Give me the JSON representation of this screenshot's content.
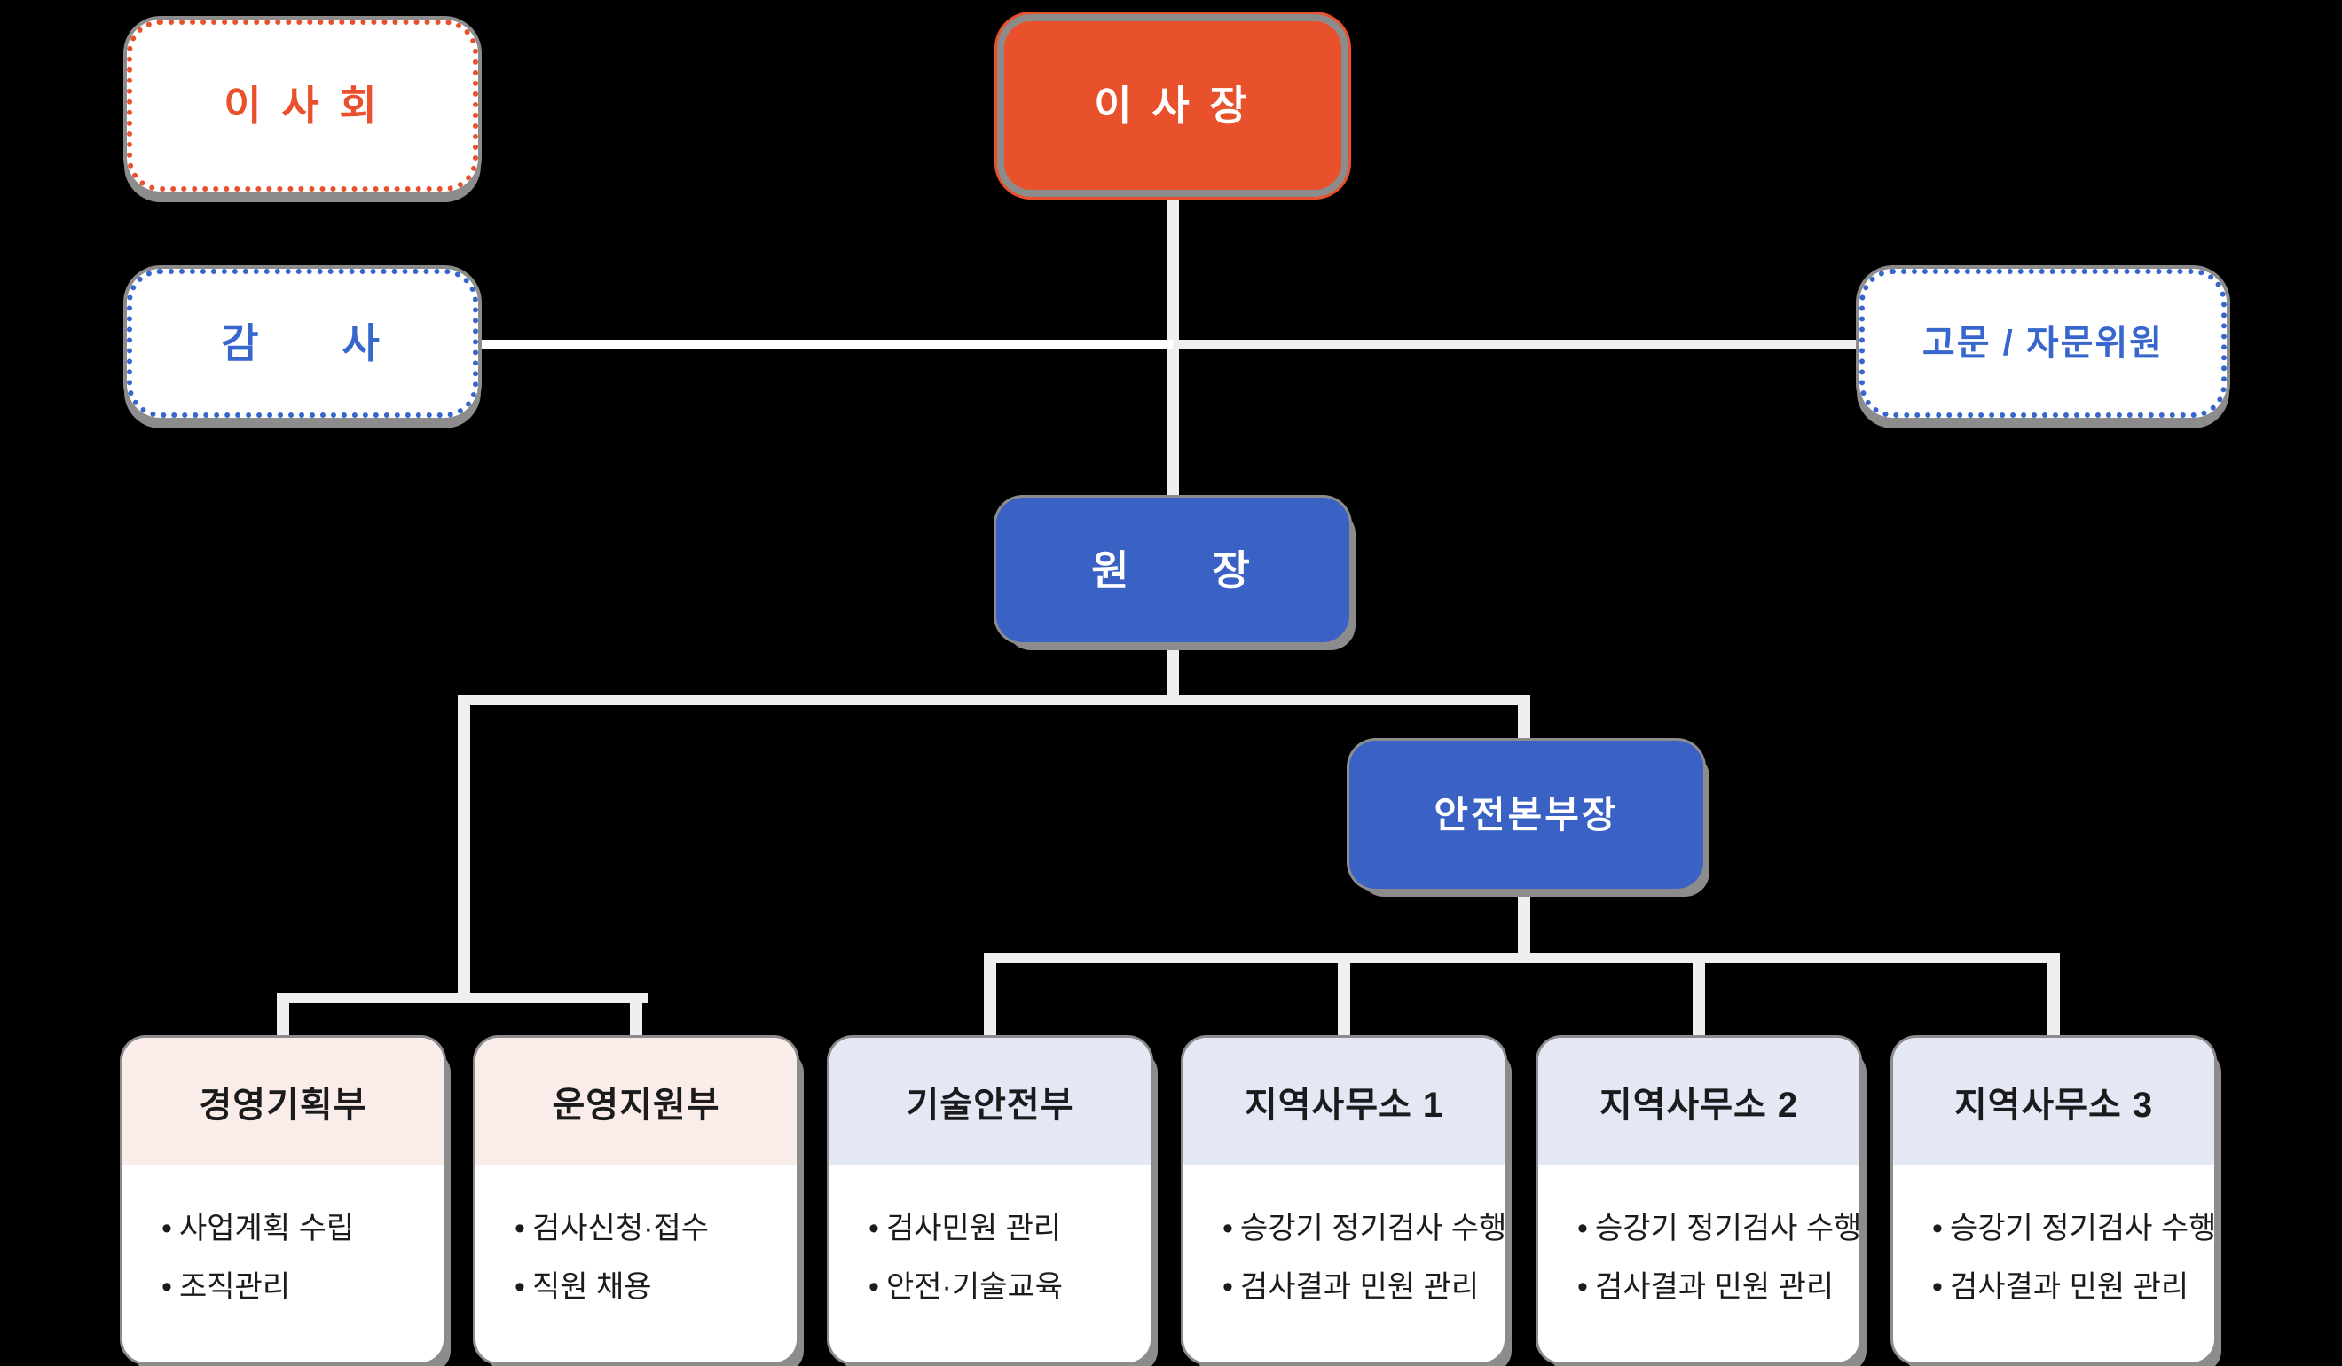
{
  "colors": {
    "orange": "#E8512B",
    "blue_fill": "#3A62C4",
    "blue_text": "#3766CC",
    "header_pink": "#FAEDE9",
    "header_lavender": "#E4E8F5",
    "line": "#EFEFEF",
    "line_bright": "#FFFFFF",
    "shadow_gray": "#8C8C8C",
    "text_dark": "#1B1B1D"
  },
  "nodes": {
    "board": {
      "label": "이 사 회"
    },
    "chairman": {
      "label": "이 사 장"
    },
    "auditor": {
      "label": "감     사"
    },
    "advisor": {
      "label": "고문 / 자문위원"
    },
    "director": {
      "label": "원     장"
    },
    "safety_hq": {
      "label": "안전본부장"
    }
  },
  "departments": [
    {
      "title": "경영기획부",
      "header_color": "#FAEDE9",
      "items": [
        "사업계획 수립",
        "조직관리"
      ]
    },
    {
      "title": "운영지원부",
      "header_color": "#FAEDE9",
      "items": [
        "검사신청·접수",
        "직원 채용"
      ]
    },
    {
      "title": "기술안전부",
      "header_color": "#E4E8F5",
      "items": [
        "검사민원 관리",
        "안전·기술교육"
      ]
    },
    {
      "title": "지역사무소 1",
      "header_color": "#E4E8F5",
      "items": [
        "승강기 정기검사 수행",
        "검사결과 민원 관리"
      ]
    },
    {
      "title": "지역사무소 2",
      "header_color": "#E4E8F5",
      "items": [
        "승강기 정기검사 수행",
        "검사결과 민원 관리"
      ]
    },
    {
      "title": "지역사무소 3",
      "header_color": "#E4E8F5",
      "items": [
        "승강기 정기검사 수행",
        "검사결과 민원 관리"
      ]
    }
  ]
}
